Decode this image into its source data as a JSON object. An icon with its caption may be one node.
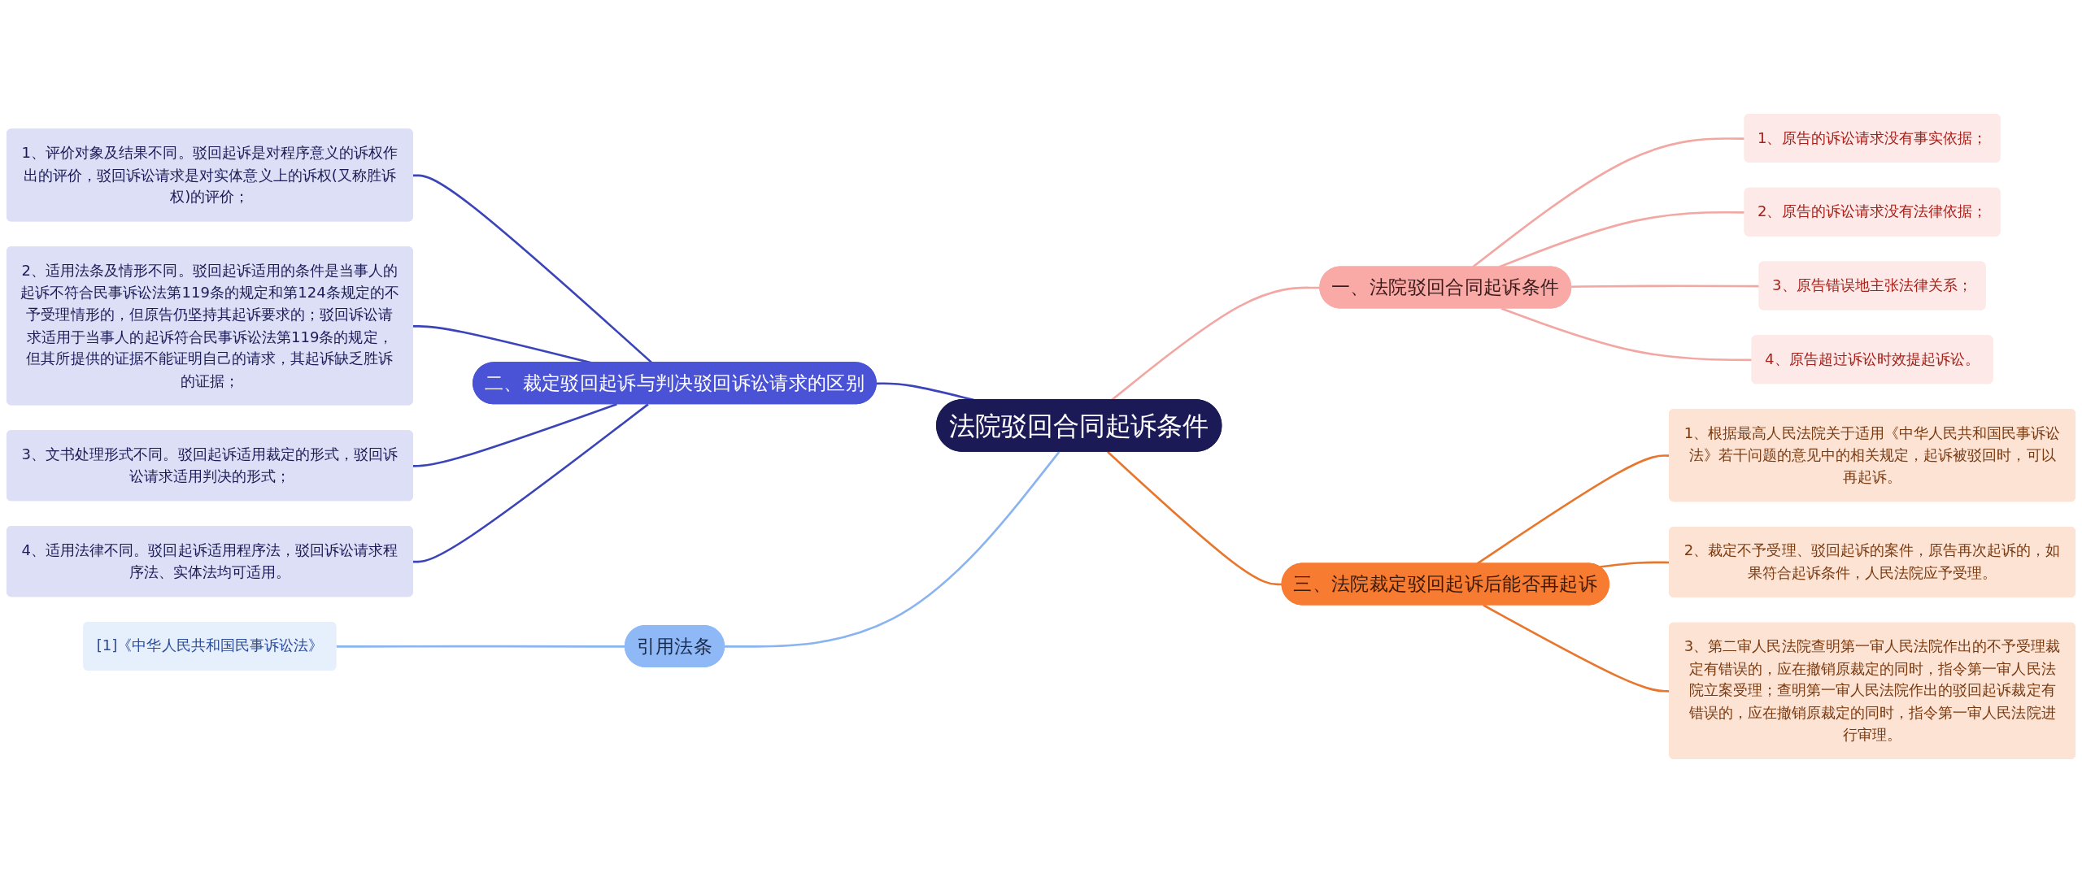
{
  "diagram": {
    "nodes": [
      {
        "text": [
          "法院驳回合同起诉条件"
        ]
      },
      {
        "text": [
          "二、裁定驳回起诉与判决驳回诉讼请求的区别"
        ]
      },
      {
        "text": [
          "1、评价对象及结果不同。驳回起诉是对程序意义的诉权作出的评价，驳回诉讼请求是对实体意义上的诉权(又称胜诉权)的评价；"
        ]
      },
      {
        "text": [
          "2、适用法条及情形不同。驳回起诉适用的条件是当事人的起诉不符合民事诉讼法第119条的规定和第124条规定的不予受理情形的，但原告仍坚持其起诉要求的；驳回诉讼请求适用于当事人的起诉符合民事诉讼法第119条的规定，但其所提供的证据不能证明自己的请求，其起诉缺乏胜诉的证据；"
        ]
      },
      {
        "text": [
          "3、文书处理形式不同。驳回起诉适用裁定的形式，驳回诉讼请求适用判决的形式；"
        ]
      },
      {
        "text": [
          "4、适用法律不同。驳回起诉适用程序法，驳回诉讼请求程序法、实体法均可适用。"
        ]
      },
      {
        "text": [
          "一、法院驳回合同起诉条件"
        ]
      },
      {
        "text": [
          "1、原告的诉讼请求没有事实依据；"
        ]
      },
      {
        "text": [
          "2、原告的诉讼请求没有法律依据；"
        ]
      },
      {
        "text": [
          "3、原告错误地主张法律关系；"
        ]
      },
      {
        "text": [
          "4、原告超过诉讼时效提起诉讼。"
        ]
      },
      {
        "text": [
          "三、法院裁定驳回起诉后能否再起诉"
        ]
      },
      {
        "text": [
          "1、根据最高人民法院关于适用《中华人民共和国民事诉讼法》若干问题的意见中的相关规定，起诉被驳回时，可以再起诉。"
        ]
      },
      {
        "text": [
          "2、裁定不予受理、驳回起诉的案件，原告再次起诉的，如果符合起诉条件，人民法院应予受理。"
        ]
      },
      {
        "text": [
          "3、第二审人民法院查明第一审人民法院作出的不予受理裁定有错误的，应在撤销原裁定的同时，指令第一审人民法院立案受理；查明第一审人民法院作出的驳回起诉裁定有错误的，应在撤销原裁定的同时，指令第一审人民法院进行审理。"
        ]
      },
      {
        "text": [
          "引用法条"
        ]
      },
      {
        "text": [
          "[1]《中华人民共和国民事诉讼法》"
        ]
      }
    ],
    "edges": [
      {
        "from": 0,
        "to": 1,
        "arrow": "none",
        "color": "#3b44b8"
      },
      {
        "from": 1,
        "to": 2,
        "arrow": "none",
        "color": "#3b44b8"
      },
      {
        "from": 1,
        "to": 3,
        "arrow": "none",
        "color": "#3b44b8"
      },
      {
        "from": 1,
        "to": 4,
        "arrow": "none",
        "color": "#3b44b8"
      },
      {
        "from": 1,
        "to": 5,
        "arrow": "none",
        "color": "#3b44b8"
      },
      {
        "from": 0,
        "to": 6,
        "arrow": "none",
        "color": "#f2a7a3"
      },
      {
        "from": 6,
        "to": 7,
        "arrow": "none",
        "color": "#f2a7a3"
      },
      {
        "from": 6,
        "to": 8,
        "arrow": "none",
        "color": "#f2a7a3"
      },
      {
        "from": 6,
        "to": 9,
        "arrow": "none",
        "color": "#f2a7a3"
      },
      {
        "from": 6,
        "to": 10,
        "arrow": "none",
        "color": "#f2a7a3"
      },
      {
        "from": 0,
        "to": 11,
        "arrow": "none",
        "color": "#e8772e"
      },
      {
        "from": 11,
        "to": 12,
        "arrow": "none",
        "color": "#e8772e"
      },
      {
        "from": 11,
        "to": 13,
        "arrow": "none",
        "color": "#e8772e"
      },
      {
        "from": 11,
        "to": 14,
        "arrow": "none",
        "color": "#e8772e"
      },
      {
        "from": 0,
        "to": 15,
        "arrow": "none",
        "color": "#8ab4ef"
      },
      {
        "from": 15,
        "to": 16,
        "arrow": "none",
        "color": "#8ab4ef"
      }
    ]
  }
}
